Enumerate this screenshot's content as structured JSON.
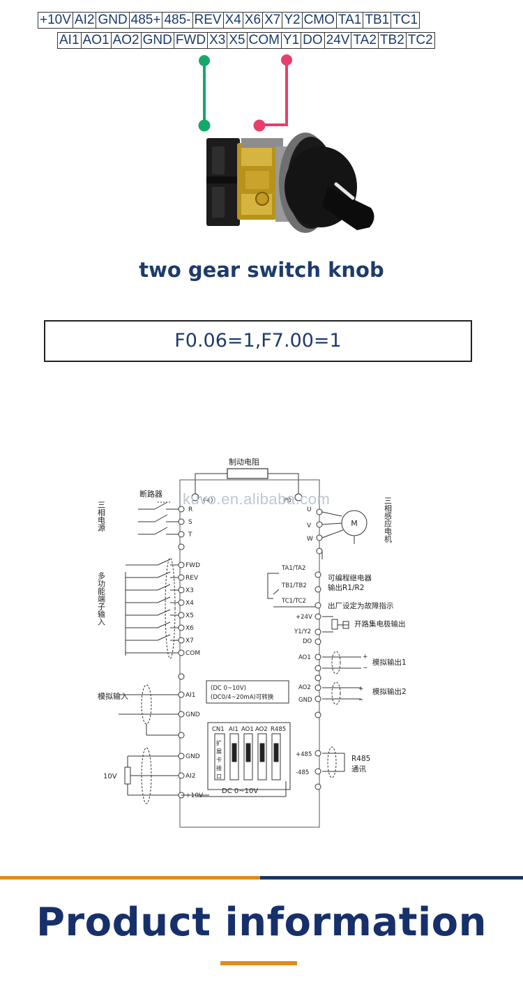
{
  "terminal_strip": {
    "top_row": [
      "+10V",
      "AI2",
      "GND",
      "485+",
      "485-",
      "REV",
      "X4",
      "X6",
      "X7",
      "Y2",
      "CMO",
      "TA1",
      "TB1",
      "TC1"
    ],
    "bottom_row": [
      "AI1",
      "AO1",
      "AO2",
      "GND",
      "FWD",
      "X3",
      "X5",
      "COM",
      "Y1",
      "DO",
      "24V",
      "TA2",
      "TB2",
      "TC2"
    ],
    "wire_colors": {
      "fwd": "#16a86a",
      "com": "#e83e6b"
    }
  },
  "switch": {
    "caption": "two gear switch knob"
  },
  "parameter_box": {
    "text": "F0.06=1,F7.00=1"
  },
  "schematic": {
    "watermark": "kuvo.en.alibaba.com",
    "brake_resistor_label": "制动电阻",
    "breaker_label": "断路器",
    "three_phase_source": "三相电源",
    "three_phase_motor": "三相感应电机",
    "multifunction_input": "多功能端子输入",
    "analog_input": "模拟输入",
    "voltage_10v": "10V",
    "left_terminals": [
      "R",
      "S",
      "T",
      "FWD",
      "REV",
      "X3",
      "X4",
      "X5",
      "X6",
      "X7",
      "COM",
      "AI1",
      "GND",
      "GND",
      "AI2",
      "+10V"
    ],
    "brake_terminals": [
      "(+)",
      "PB"
    ],
    "motor_terminals": [
      "U",
      "V",
      "W"
    ],
    "motor_symbol": "M",
    "right_terminals": [
      "TA1/TA2",
      "TB1/TB2",
      "TC1/TC2",
      "+24V",
      "Y1/Y2",
      "DO",
      "AO1",
      "AO2",
      "GND",
      "+485",
      "-485"
    ],
    "relay_label_1": "可编程继电器",
    "relay_label_2": "输出R1/R2",
    "fault_label": "出厂设定为故障指示",
    "open_collector": "开路集电极输出",
    "analog_out_1": "模拟输出1",
    "analog_out_2": "模拟输出2",
    "r485_label": "R485",
    "comm_label": "通讯",
    "note_line_1": "(DC 0~10V)",
    "note_line_2": "(DC0/4~20mA)可转换",
    "dip_labels": [
      "CN1",
      "AI1",
      "AO1",
      "AO2",
      "R485"
    ],
    "dip_chars": [
      "扩",
      "展",
      "卡",
      "接",
      "口"
    ],
    "dc_range": "DC 0~10V",
    "plus_sign": "+",
    "minus_sign": "−"
  },
  "section": {
    "title": "Product information"
  },
  "colors": {
    "accent_orange": "#e38a1c",
    "navy": "#1a3563"
  }
}
